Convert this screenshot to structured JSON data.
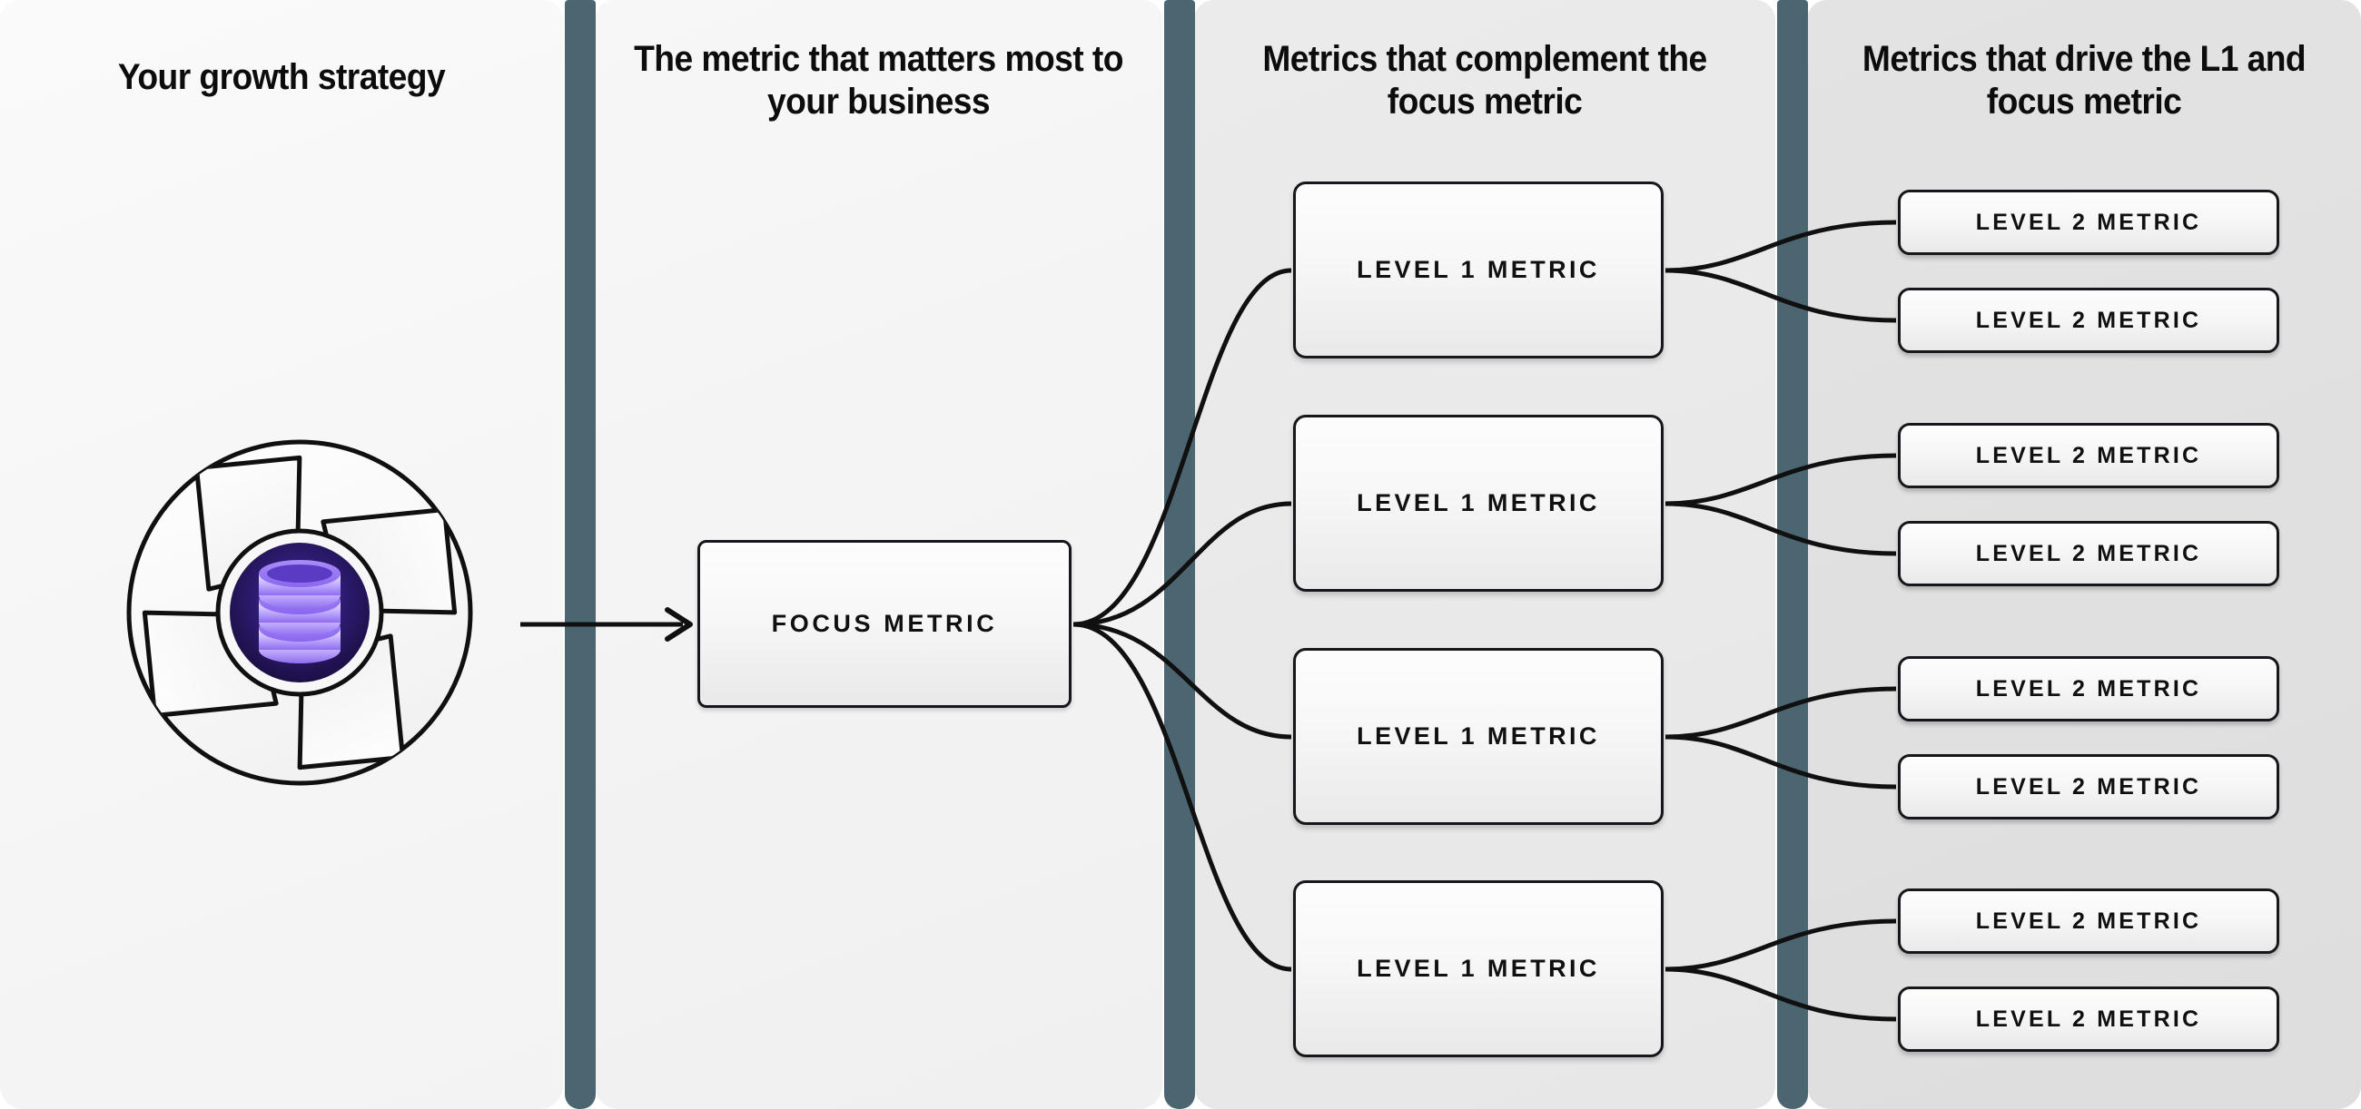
{
  "columns": [
    {
      "id": "strategy",
      "title": "Your growth strategy"
    },
    {
      "id": "focus",
      "title": "The metric that matters most to your business"
    },
    {
      "id": "level1",
      "title": "Metrics that complement the focus metric"
    },
    {
      "id": "level2",
      "title": "Metrics that drive the L1 and focus metric"
    }
  ],
  "logo": {
    "name": "growth-strategy-aperture-logo",
    "center_icon": "database-icon",
    "ring_color": "#f7f7f7",
    "outline_color": "#101010",
    "core_color_outer": "#1d1046",
    "core_color_inner": "#3b2486",
    "database_color": "#c6b6ff",
    "database_accent": "#7a55e6"
  },
  "focus_node": {
    "label": "Focus metric"
  },
  "branches": [
    {
      "l1": {
        "label": "Level 1 metric"
      },
      "l2": [
        {
          "label": "Level 2 metric"
        },
        {
          "label": "Level 2 metric"
        }
      ]
    },
    {
      "l1": {
        "label": "Level 1 metric"
      },
      "l2": [
        {
          "label": "Level 2 metric"
        },
        {
          "label": "Level 2 metric"
        }
      ]
    },
    {
      "l1": {
        "label": "Level 1 metric"
      },
      "l2": [
        {
          "label": "Level 2 metric"
        },
        {
          "label": "Level 2 metric"
        }
      ]
    },
    {
      "l1": {
        "label": "Level 1 metric"
      },
      "l2": [
        {
          "label": "Level 2 metric"
        },
        {
          "label": "Level 2 metric"
        }
      ]
    }
  ],
  "colors": {
    "separator": "#4b6670",
    "panel_1": "#f7f7f7",
    "panel_2": "#f3f3f3",
    "panel_3": "#e9e9e9",
    "panel_4": "#e0e0e0",
    "node_border": "#15171a",
    "connector": "#101010",
    "text": "#0c0c0c"
  }
}
